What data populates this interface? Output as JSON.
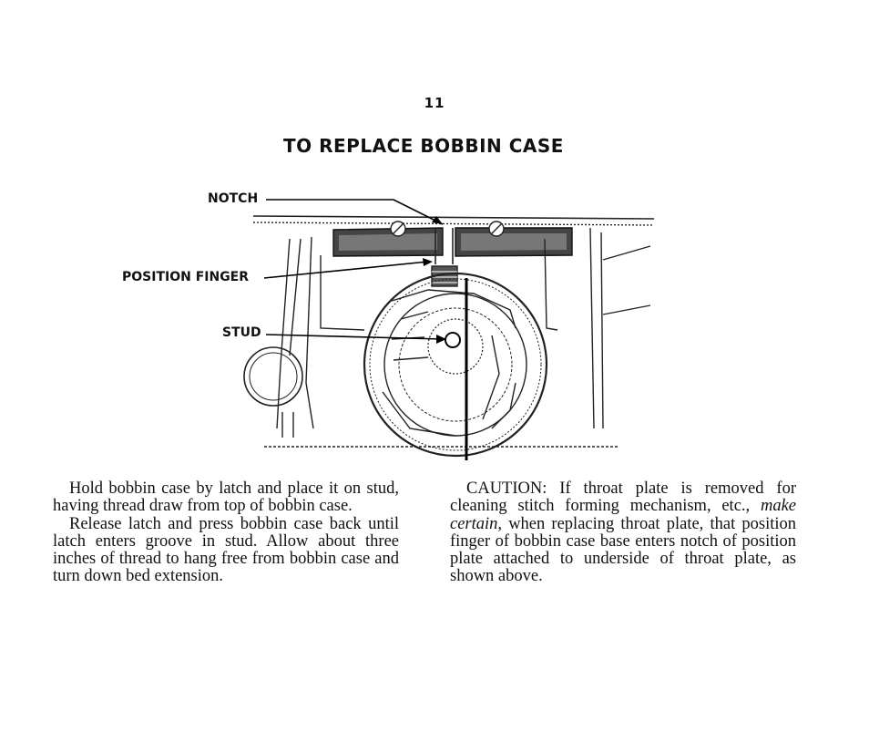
{
  "page": {
    "number": "11",
    "title": "TO REPLACE BOBBIN CASE"
  },
  "figure": {
    "labels": {
      "notch": "NOTCH",
      "position_finger": "POSITION FINGER",
      "stud": "STUD"
    }
  },
  "left_column": {
    "p1": "Hold bobbin case by latch and place it on stud, having thread draw from top of bobbin case.",
    "p2": "Release latch and press bobbin case back until latch enters groove in stud. Allow about three inches of thread to hang free from bobbin case and turn down bed extension."
  },
  "right_column": {
    "p1_start": "CAUTION: If throat plate is removed for cleaning stitch forming mechanism, etc., ",
    "p1_emphasis": "make certain,",
    "p1_end": " when replacing throat plate, that position finger of bobbin case base enters notch of position plate attached to underside of throat plate, as shown above."
  }
}
